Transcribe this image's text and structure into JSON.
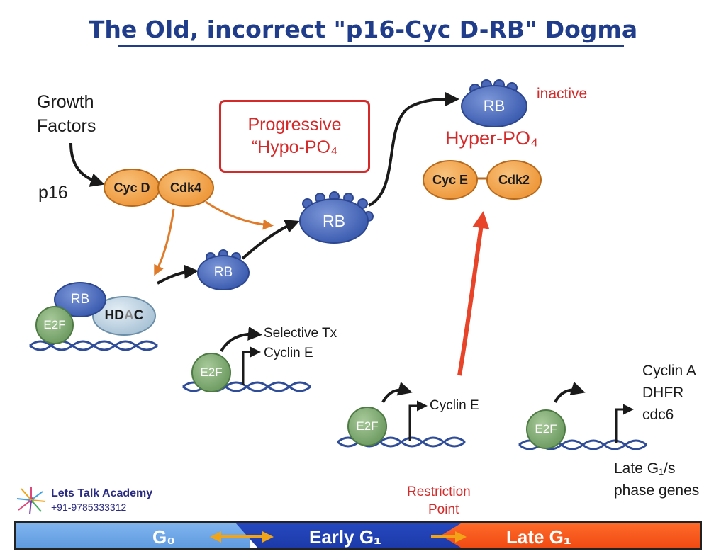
{
  "title": "The Old, incorrect \"p16-Cyc D-RB\" Dogma",
  "labels": {
    "growth_factors_1": "Growth",
    "growth_factors_2": "Factors",
    "p16": "p16",
    "inactive": "inactive",
    "hyper_po4": "Hyper-PO₄",
    "progressive_1": "Progressive",
    "progressive_2": "“Hypo-PO₄",
    "selective_tx": "Selective Tx",
    "cyclin_e_1": "Cyclin E",
    "cyclin_e_2": "Cyclin E",
    "cyclin_a": "Cyclin A",
    "dhfr": "DHFR",
    "cdc6": "cdc6",
    "late_genes_1": "Late G₁/s",
    "late_genes_2": "phase genes",
    "restriction_1": "Restriction",
    "restriction_2": "Point"
  },
  "proteins": {
    "cyc_d": "Cyc D",
    "cdk4": "Cdk4",
    "cyc_e": "Cyc E",
    "cdk2": "Cdk2",
    "rb": "RB",
    "hdac": "HDAC",
    "e2f": "E2F"
  },
  "academy": {
    "name": "Lets Talk Academy",
    "phone": "+91-9785333312"
  },
  "timeline": {
    "g0": "G₀",
    "early_g1": "Early G₁",
    "late_g1": "Late G₁"
  },
  "colors": {
    "title": "#1f3d8a",
    "red": "#d42a2a",
    "orange_arrow": "#e07b2a",
    "g0": "#5f9be0",
    "early_g1": "#1c3aa8",
    "late_g1": "#f04a12"
  }
}
